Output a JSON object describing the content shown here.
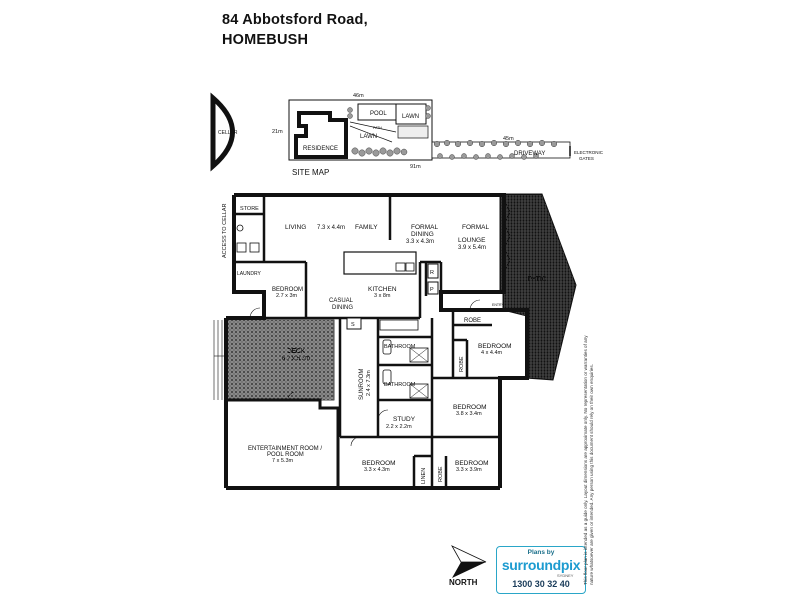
{
  "address": {
    "line1": "84 Abbotsford Road,",
    "line2": "HOMEBUSH"
  },
  "site_map": {
    "caption": "SITE MAP",
    "cellar": "CELLAR",
    "dim_46": "46m",
    "dim_21": "21m",
    "dim_45": "45m",
    "dim_91": "91m",
    "pool": "POOL",
    "lawn1": "LAWN",
    "path": "PATH",
    "lawn2": "LAWN",
    "residence": "RESIDENCE",
    "driveway": "DRIVEWAY",
    "gates_1": "ELECTRONIC",
    "gates_2": "GATES"
  },
  "rooms": {
    "access": "ACCESS TO CELLAR",
    "store": "STORE",
    "laundry": "LAUNDRY",
    "living": "LIVING",
    "living_dim": "7.3 x 4.4m",
    "family": "FAMILY",
    "formal_dining": "FORMAL",
    "formal_dining2": "DINING",
    "formal_dining_dim": "3.3 x 4.3m",
    "formal_lounge": "FORMAL",
    "formal_lounge2": "LOUNGE",
    "formal_lounge_dim": "3.9 x 5.4m",
    "patio": "PATIO",
    "entry": "ENTRY",
    "bedroom_a": "BEDROOM",
    "bedroom_a_dim": "2.7 x 3m",
    "casual": "CASUAL",
    "dining": "DINING",
    "kitchen": "KITCHEN",
    "kitchen_dim": "3 x 8m",
    "r_label": "R",
    "p_label": "P",
    "s_label": "S",
    "robe1": "ROBE",
    "bedroom_b": "BEDROOM",
    "bedroom_b_dim": "4 x 4.4m",
    "robe2": "ROBE",
    "deck": "DECK",
    "deck_dim": "6.2 x 5.3m",
    "bathroom1": "BATHROOM",
    "bathroom2": "BATHROOM",
    "sunroom": "SUNROOM",
    "sunroom_dim": "2.4 x 7.3m",
    "bedroom_c": "BEDROOM",
    "bedroom_c_dim": "3.8 x 3.4m",
    "study": "STUDY",
    "study_dim": "2.2 x 2.2m",
    "ent1": "ENTERTAINMENT ROOM /",
    "ent2": "POOL ROOM",
    "ent_dim": "7 x 5.3m",
    "bedroom_d": "BEDROOM",
    "bedroom_d_dim": "3.3 x 4.3m",
    "linen": "LINEN",
    "robe3": "ROBE",
    "bedroom_e": "BEDROOM",
    "bedroom_e_dim": "3.3 x 3.9m"
  },
  "north": "NORTH",
  "logo": {
    "plans": "Plans by",
    "brand": "surroundpix",
    "sub": "SYDNEY",
    "phone": "1300 30 32 40"
  },
  "disclaimer": "This floor plan is intended as a guide only. Layout dimensions are approximate only. No representation or warranties of any nature whatsoever are given or intended. Any person using this document should rely on their own enquiries."
}
